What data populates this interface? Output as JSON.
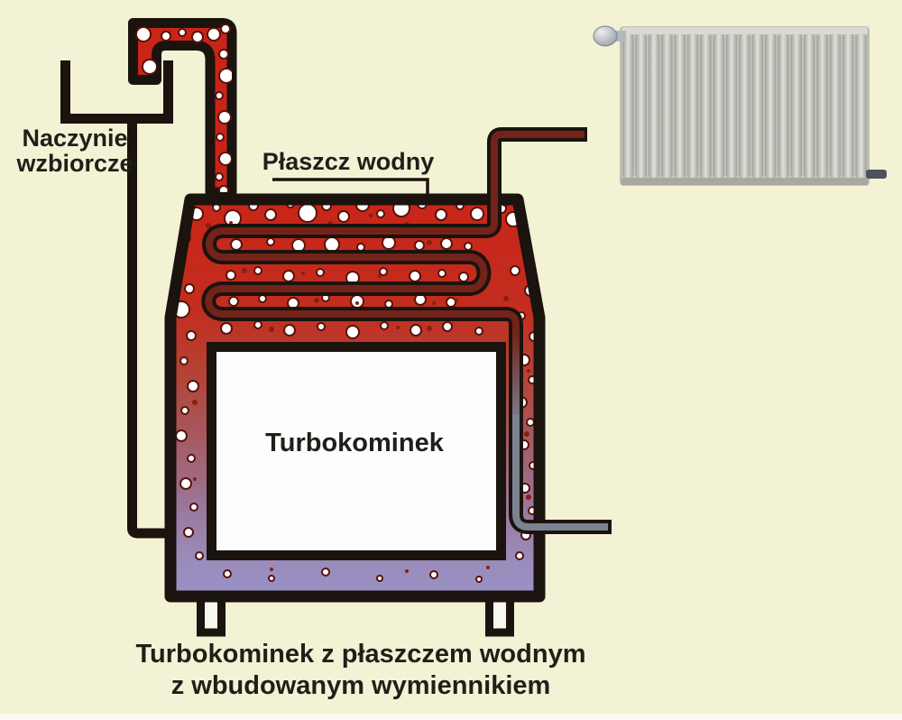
{
  "labels": {
    "expansion_vessel_line1": "Naczynie",
    "expansion_vessel_line2": "wzbiorcze",
    "water_jacket": "Płaszcz wodny",
    "firebox": "Turbokominek",
    "caption_line1": "Turbokominek z płaszczem wodnym",
    "caption_line2": "z wbudowanym wymiennikiem"
  },
  "components": {
    "expansion_vessel": "naczynie wzbiorcze (open expansion vessel)",
    "overflow_pipe": "red bubbling overflow/chimney pipe",
    "water_jacket": "płaszcz wodny (water jacket with bubbles)",
    "heat_exchanger": "built-in serpentine heat exchanger coil",
    "supply_pipe": "hot supply pipe toward radiator",
    "return_pipe": "cool grey return pipe",
    "firebox": "Turbokominek firebox",
    "radiator": "panel radiator"
  },
  "palette": {
    "bg": "#f3f2d5",
    "outline": "#1a130e",
    "water_hot": "#c92517",
    "water_cool": "#9b93c8",
    "pipe_hot": "#73231a",
    "pipe_cool": "#7b8290",
    "radiator_body": "#c6c7bf",
    "text": "#211e1a"
  }
}
